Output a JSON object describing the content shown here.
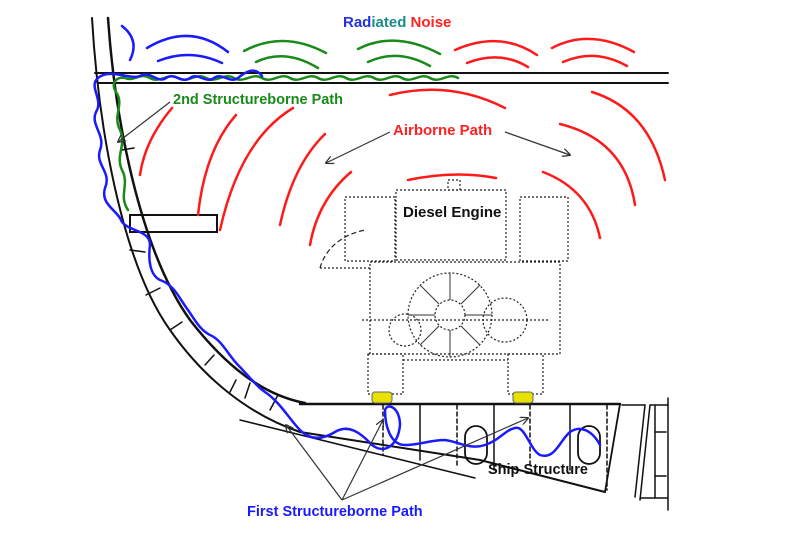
{
  "diagram": {
    "title": {
      "part1": "Rad",
      "part2": "iated",
      "part3": "Noise"
    },
    "labels": {
      "second_structureborne_path": "2nd Structureborne Path",
      "airborne_path": "Airborne Path",
      "diesel_engine": "Diesel Engine",
      "ship_structure": "Ship Structure",
      "first_structureborne_path": "First Structureborne Path"
    },
    "colors": {
      "structureborne_first": "#1a1aff",
      "structureborne_second": "#1a8a1a",
      "airborne": "#ff1a1a",
      "title_blue": "#2233dd",
      "title_teal": "#1a8a8a",
      "title_red": "#ff2222",
      "mounts": "#e8e000",
      "structure": "#111111"
    }
  }
}
